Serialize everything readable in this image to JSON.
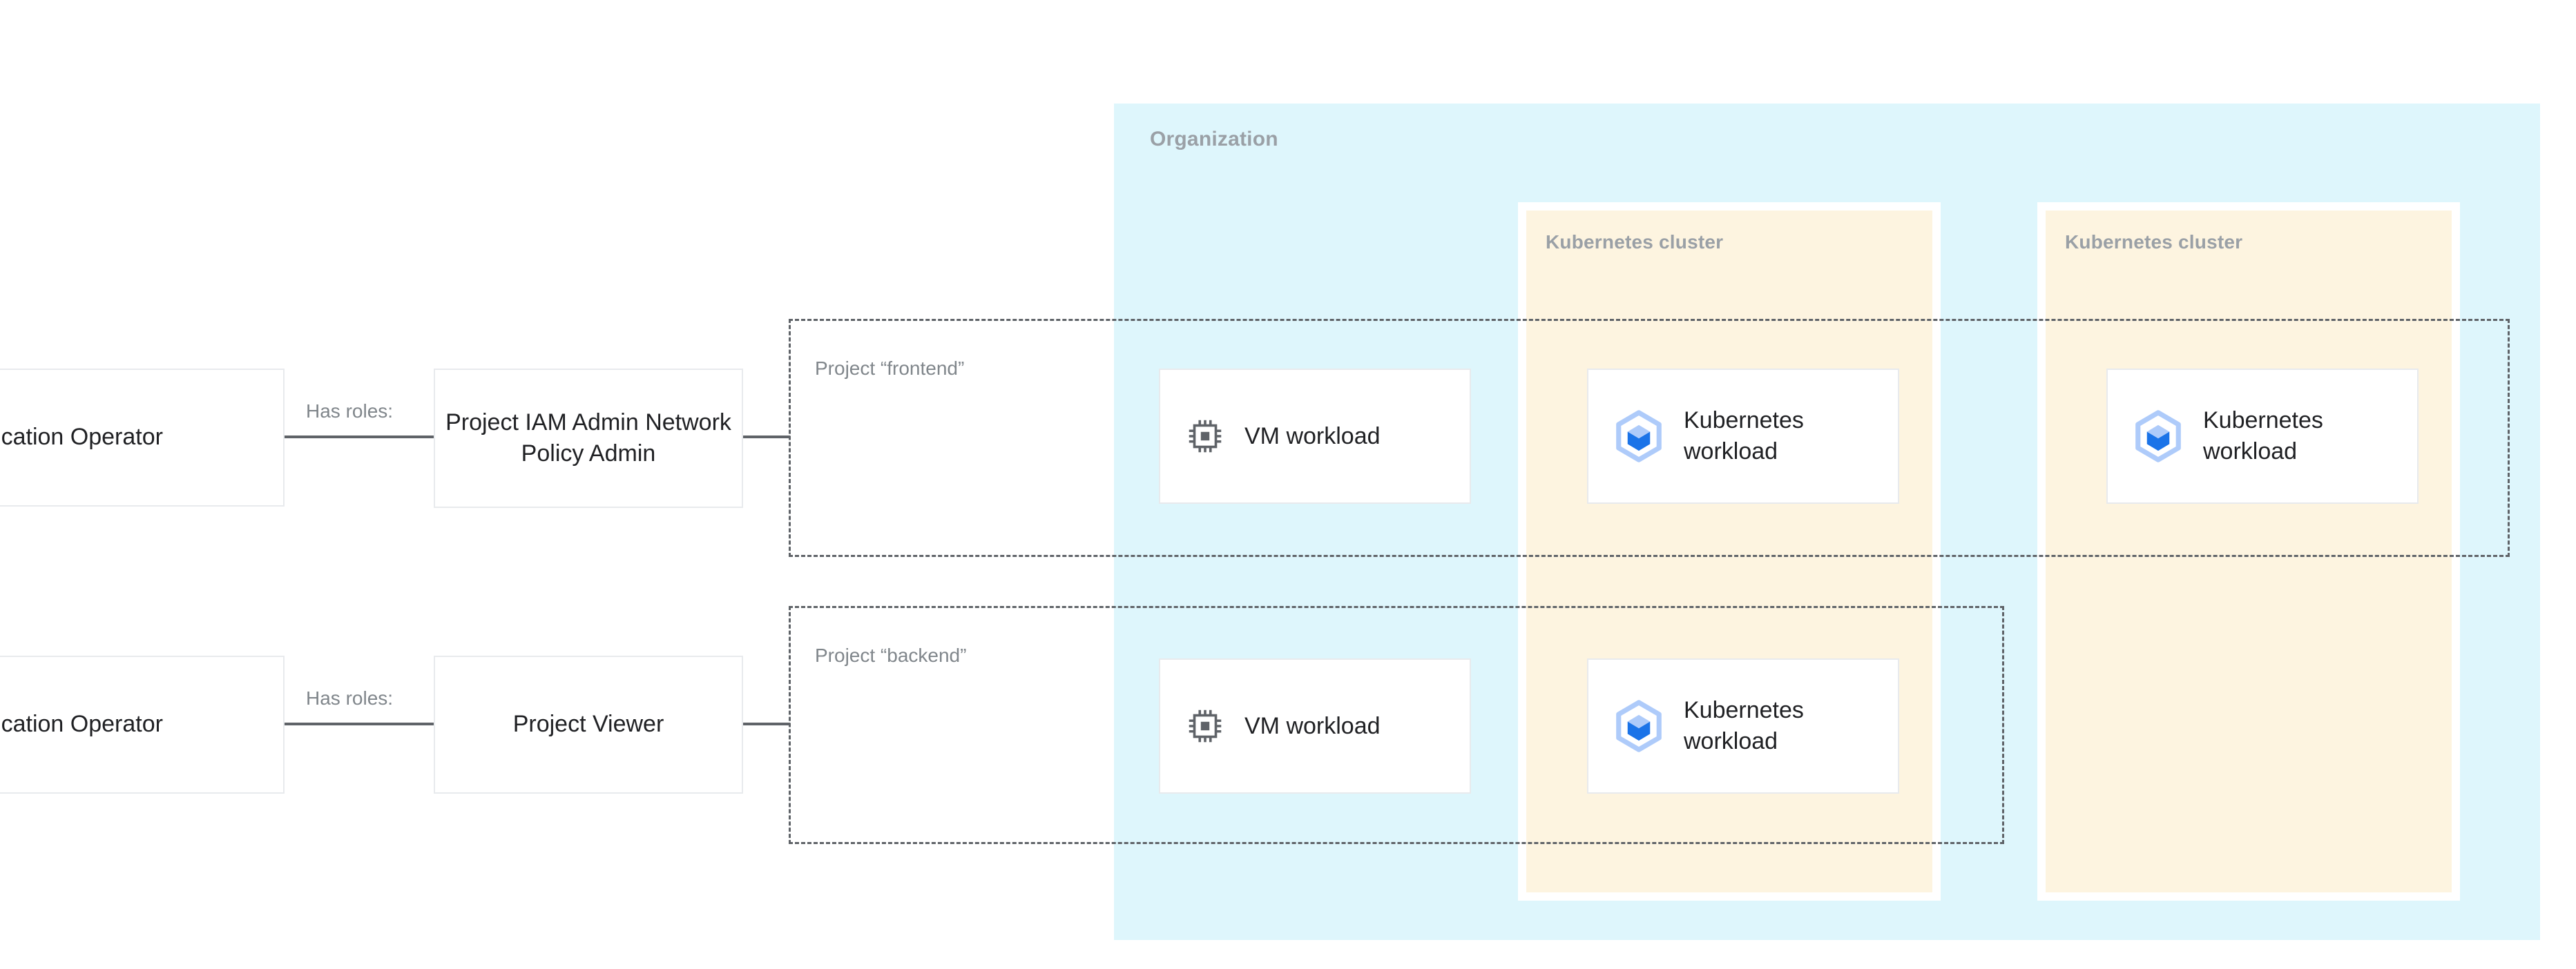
{
  "organization": {
    "label": "Organization",
    "bg_color": "#DEF6FC",
    "label_color": "#9AA0A6"
  },
  "clusters": [
    {
      "label": "Kubernetes cluster",
      "bg_color": "#FDF4E0",
      "label_color": "#9AA0A6"
    },
    {
      "label": "Kubernetes cluster",
      "bg_color": "#FDF4E0",
      "label_color": "#9AA0A6"
    }
  ],
  "projects": [
    {
      "label": "Project “frontend”",
      "border_color": "#5F6368"
    },
    {
      "label": "Project “backend”",
      "border_color": "#5F6368"
    }
  ],
  "actors": [
    {
      "label": "Application Operator",
      "icon": "person-icon"
    },
    {
      "label": "Application Operator",
      "icon": "person-icon"
    }
  ],
  "roles": [
    {
      "label": "Project IAM Admin Network Policy Admin"
    },
    {
      "label": "Project Viewer"
    }
  ],
  "edges": [
    {
      "label": "Has roles:"
    },
    {
      "label": "Has roles:"
    }
  ],
  "workloads": {
    "vm_frontend": {
      "label": "VM workload",
      "icon": "cpu-chip-icon"
    },
    "k8s_frontend_a": {
      "label": "Kubernetes workload",
      "icon": "kubernetes-workload-icon"
    },
    "k8s_frontend_b": {
      "label": "Kubernetes workload",
      "icon": "kubernetes-workload-icon"
    },
    "vm_backend": {
      "label": "VM workload",
      "icon": "cpu-chip-icon"
    },
    "k8s_backend_a": {
      "label": "Kubernetes workload",
      "icon": "kubernetes-workload-icon"
    }
  },
  "colors": {
    "text_primary": "#202124",
    "text_muted": "#80868B",
    "box_border": "#E8EAED",
    "connector": "#5F6368",
    "k8s_icon_light": "#AECBFA",
    "k8s_icon_dark": "#1A73E8",
    "person_icon": "#5F6368"
  }
}
